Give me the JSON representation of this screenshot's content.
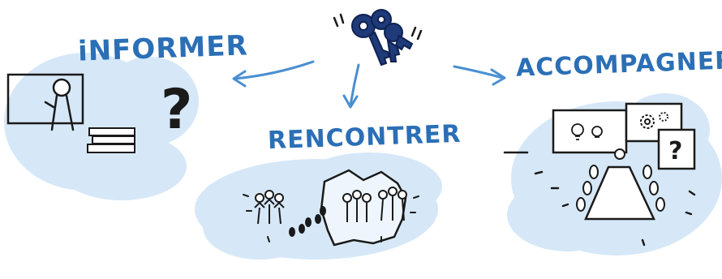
{
  "labels": {
    "informer": "iNFORMER",
    "rencontrer": "RENCONTRER",
    "accompagner": "ACCOMPAGNER"
  },
  "symbols": {
    "question_left": "?",
    "question_right": "?"
  },
  "icons": [
    "keys-icon",
    "whiteboard-presenter-icon",
    "books-icon",
    "question-icon",
    "france-map-icon",
    "people-group-icon",
    "footprints-icon",
    "lightbulb-icon",
    "gears-icon",
    "meeting-table-icon"
  ],
  "colors": {
    "accent": "#2b6fb6",
    "keys": "#1e3a78",
    "blob": "#d6e8f7",
    "ink": "#1a1a1a"
  }
}
